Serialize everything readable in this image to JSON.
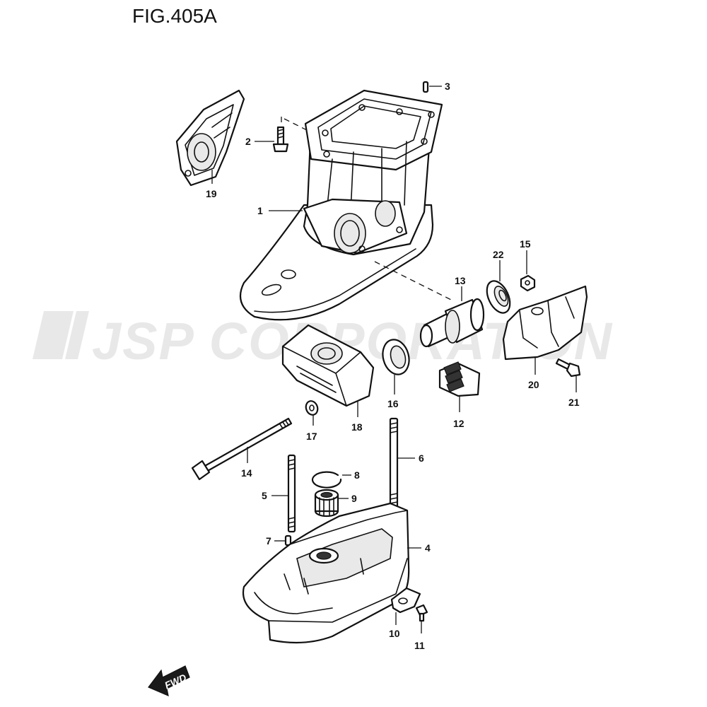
{
  "figure": {
    "title": "FIG.405A"
  },
  "watermark": {
    "text": "JSP CORPORATION"
  },
  "direction_marker": {
    "label": "FWD"
  },
  "callouts": [
    {
      "id": "c1",
      "label": "1"
    },
    {
      "id": "c2",
      "label": "2"
    },
    {
      "id": "c3",
      "label": "3"
    },
    {
      "id": "c4",
      "label": "4"
    },
    {
      "id": "c5",
      "label": "5"
    },
    {
      "id": "c6",
      "label": "6"
    },
    {
      "id": "c7",
      "label": "7"
    },
    {
      "id": "c8",
      "label": "8"
    },
    {
      "id": "c9",
      "label": "9"
    },
    {
      "id": "c10",
      "label": "10"
    },
    {
      "id": "c11",
      "label": "11"
    },
    {
      "id": "c12",
      "label": "12"
    },
    {
      "id": "c13",
      "label": "13"
    },
    {
      "id": "c14",
      "label": "14"
    },
    {
      "id": "c15",
      "label": "15"
    },
    {
      "id": "c16",
      "label": "16"
    },
    {
      "id": "c17",
      "label": "17"
    },
    {
      "id": "c18",
      "label": "18"
    },
    {
      "id": "c19",
      "label": "19"
    },
    {
      "id": "c20",
      "label": "20"
    },
    {
      "id": "c21",
      "label": "21"
    },
    {
      "id": "c22",
      "label": "22"
    }
  ]
}
